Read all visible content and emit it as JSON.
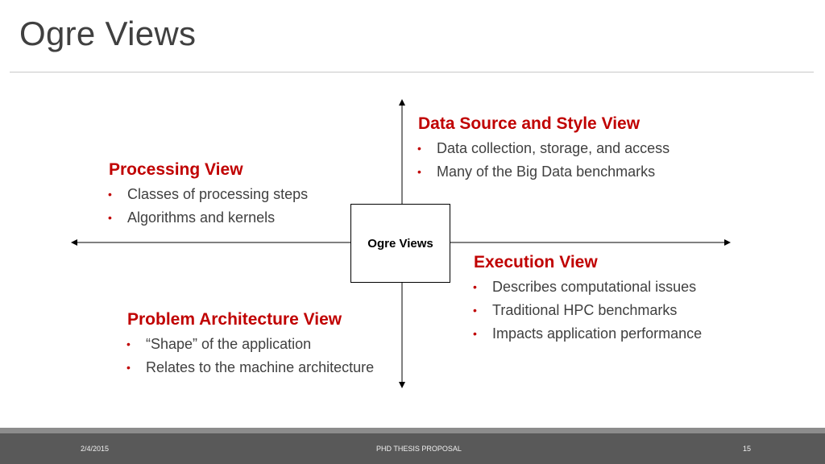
{
  "slide": {
    "title": "Ogre Views",
    "center_label": "Ogre Views"
  },
  "views": {
    "data_source": {
      "heading": "Data Source and Style View",
      "bullets": [
        "Data collection, storage, and access",
        "Many of the Big Data benchmarks"
      ]
    },
    "processing": {
      "heading": "Processing View",
      "bullets": [
        "Classes of processing steps",
        "Algorithms and kernels"
      ]
    },
    "execution": {
      "heading": "Execution View",
      "bullets": [
        "Describes computational issues",
        "Traditional HPC benchmarks",
        "Impacts application performance"
      ]
    },
    "problem_architecture": {
      "heading": "Problem Architecture View",
      "bullets": [
        "“Shape” of the application",
        "Relates to the machine architecture"
      ]
    }
  },
  "footer": {
    "date": "2/4/2015",
    "center": "PHD THESIS PROPOSAL",
    "page_number": "15"
  },
  "colors": {
    "heading_red": "#c00000",
    "body_text": "#404040",
    "footer_bg": "#595959"
  }
}
